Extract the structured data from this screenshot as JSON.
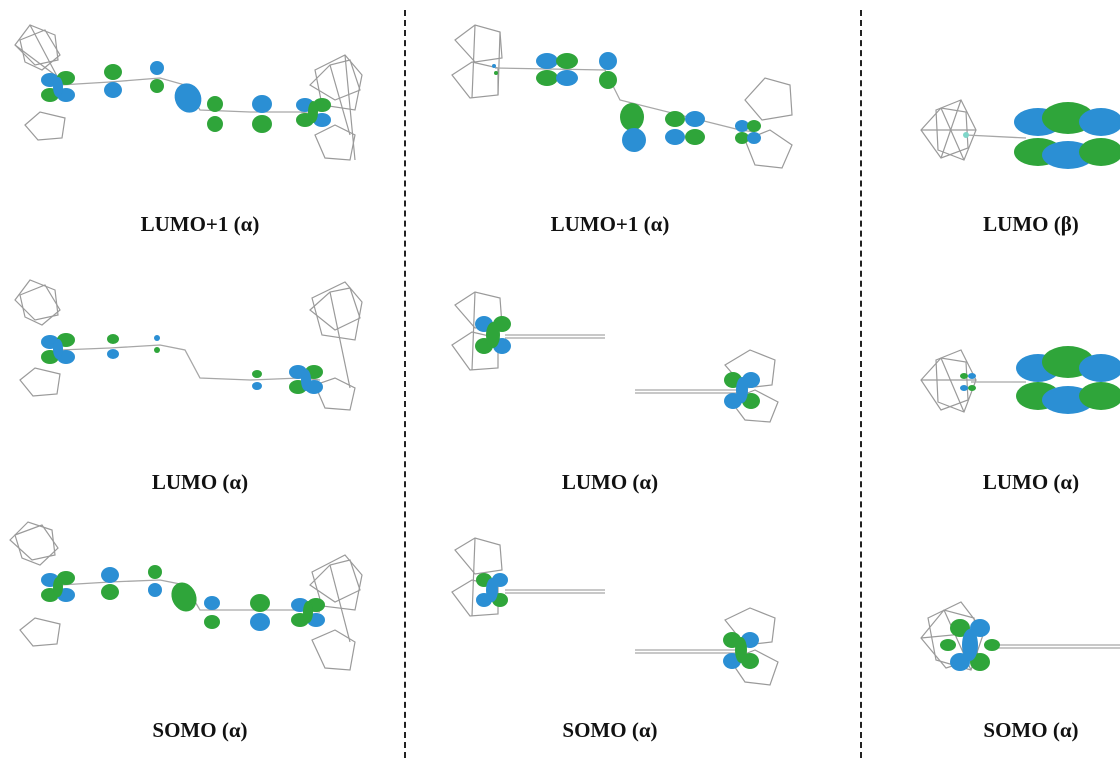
{
  "colors": {
    "lobe_positive": "#2b8fd4",
    "lobe_negative": "#2fa53a",
    "framework": "#9a9a9a",
    "divider": "#222222"
  },
  "columns": [
    {
      "panels": [
        {
          "label": "LUMO+1 (α)"
        },
        {
          "label": "LUMO (α)"
        },
        {
          "label": "SOMO (α)"
        }
      ]
    },
    {
      "panels": [
        {
          "label": "LUMO+1 (α)"
        },
        {
          "label": "LUMO (α)"
        },
        {
          "label": "SOMO (α)"
        }
      ]
    },
    {
      "panels": [
        {
          "label": "LUMO (β)"
        },
        {
          "label": "LUMO (α)"
        },
        {
          "label": "SOMO (α)"
        }
      ]
    }
  ]
}
